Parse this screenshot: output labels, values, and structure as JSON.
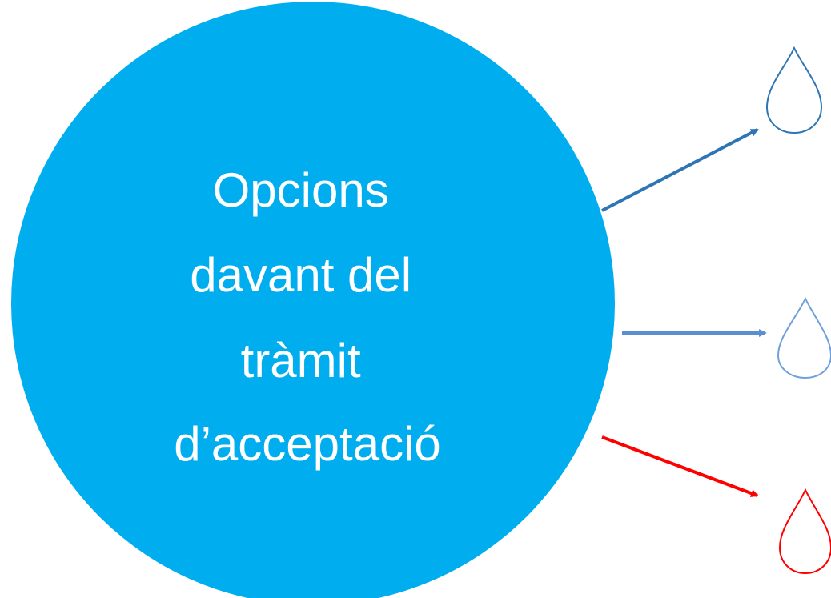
{
  "main_topic": {
    "lines": [
      "Opcions",
      "davant del",
      "tràmit",
      "d’acceptació"
    ],
    "fill_color": "#00AEEF",
    "text_color": "#FFFFFF"
  },
  "options": [
    {
      "name": "option-1",
      "arrow_color": "#2E75B6",
      "drop_color": "#2E75B6"
    },
    {
      "name": "option-2",
      "arrow_color": "#5B8FD1",
      "drop_color": "#6FA0DC"
    },
    {
      "name": "option-3",
      "arrow_color": "#FF0000",
      "drop_color": "#FF0000"
    }
  ]
}
